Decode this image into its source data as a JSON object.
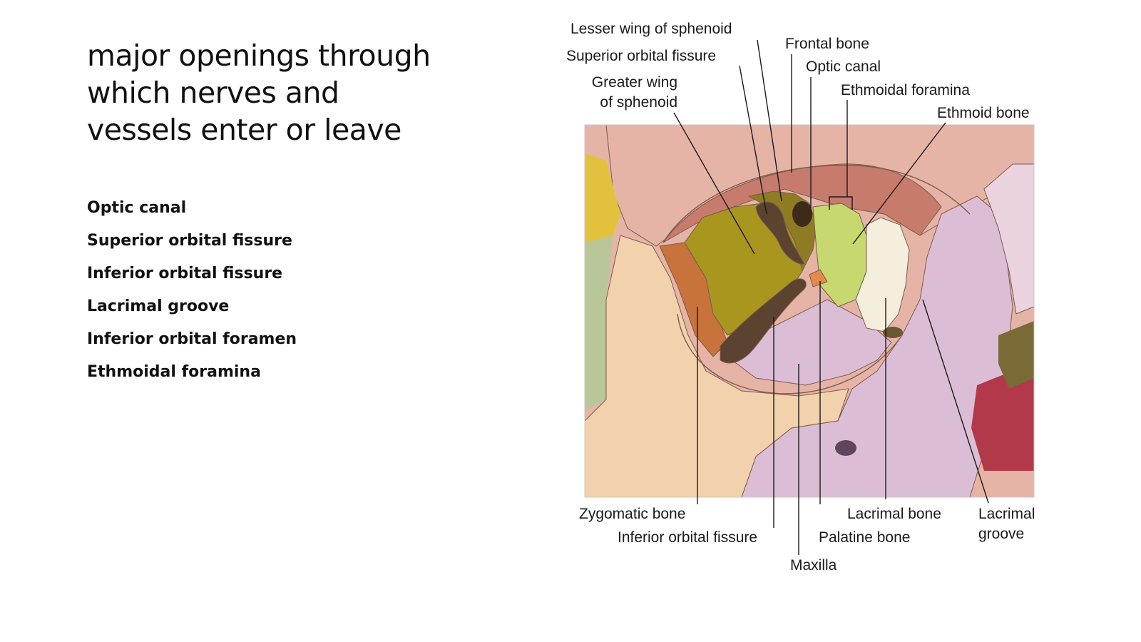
{
  "slide": {
    "title_lines": [
      "major openings through",
      "which nerves and",
      "vessels enter or leave"
    ],
    "openings": [
      "Optic canal",
      "Superior orbital fissure",
      "Inferior orbital fissure",
      "Lacrimal groove",
      "Inferior orbital foramen",
      "Ethmoidal foramina"
    ]
  },
  "diagram": {
    "labels": {
      "lesser_wing": "Lesser wing of sphenoid",
      "superior_fissure": "Superior orbital fissure",
      "greater_wing_1": "Greater wing",
      "greater_wing_2": "of sphenoid",
      "frontal": "Frontal bone",
      "optic_canal": "Optic canal",
      "ethmoidal_foramina": "Ethmoidal foramina",
      "ethmoid": "Ethmoid bone",
      "zygomatic": "Zygomatic bone",
      "inferior_fissure": "Inferior orbital fissure",
      "maxilla": "Maxilla",
      "palatine": "Palatine bone",
      "lacrimal_bone": "Lacrimal bone",
      "lacrimal_groove_1": "Lacrimal",
      "lacrimal_groove_2": "groove"
    },
    "colors": {
      "frontal": "#e6b4a7",
      "orbit_roof": "#c77b6d",
      "greater_wing": "#a9961e",
      "lesser_wing": "#8f7b24",
      "zygomatic": "#f2d2ad",
      "zygomatic_orbital": "#c8733c",
      "maxilla": "#dcbdd6",
      "ethmoid": "#c6d86e",
      "lacrimal": "#f4eedc",
      "fissure": "#5b4330",
      "nasal": "#ead2df",
      "palatine": "#e48a4a"
    }
  }
}
